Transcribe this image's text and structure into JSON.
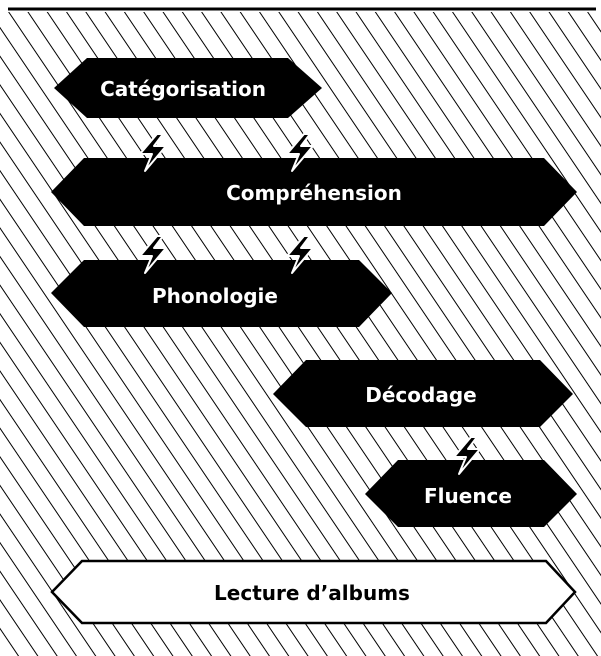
{
  "diagram": {
    "background_pattern": "diagonal-hatching",
    "colors": {
      "block_fill": "#000000",
      "block_text": "#ffffff",
      "base_fill": "#ffffff",
      "base_text": "#000000",
      "hatch": "#000000"
    },
    "blocks": [
      {
        "id": "categorisation",
        "label": "Catégorisation",
        "style": "dark"
      },
      {
        "id": "comprehension",
        "label": "Compréhension",
        "style": "dark"
      },
      {
        "id": "phonologie",
        "label": "Phonologie",
        "style": "dark"
      },
      {
        "id": "decodage",
        "label": "Décodage",
        "style": "dark"
      },
      {
        "id": "fluence",
        "label": "Fluence",
        "style": "dark"
      },
      {
        "id": "lecture-albums",
        "label": "Lecture d’albums",
        "style": "light"
      }
    ],
    "connectors": [
      {
        "from": "categorisation",
        "to": "comprehension",
        "icon": "lightning-bolt-icon"
      },
      {
        "from": "categorisation",
        "to": "comprehension",
        "icon": "lightning-bolt-icon"
      },
      {
        "from": "comprehension",
        "to": "phonologie",
        "icon": "lightning-bolt-icon"
      },
      {
        "from": "comprehension",
        "to": "phonologie",
        "icon": "lightning-bolt-icon"
      },
      {
        "from": "decodage",
        "to": "fluence",
        "icon": "lightning-bolt-icon"
      }
    ]
  }
}
